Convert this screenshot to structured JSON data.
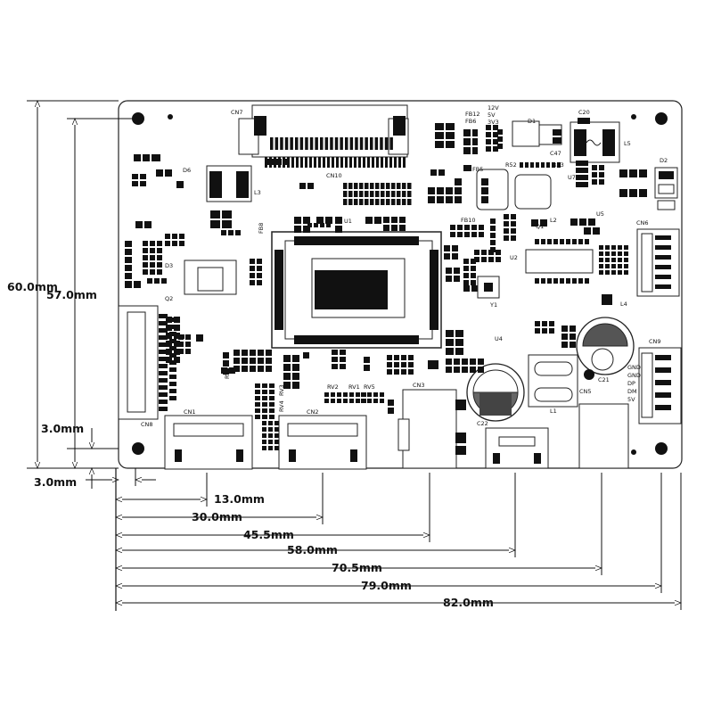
{
  "dimensions": {
    "height_total": "60.0mm",
    "height_inner": "57.0mm",
    "hole_y": "3.0mm",
    "hole_x": "3.0mm",
    "widths": [
      "13.0mm",
      "30.0mm",
      "45.5mm",
      "58.0mm",
      "70.5mm",
      "79.0mm",
      "82.0mm"
    ]
  },
  "labels": {
    "cn7": "CN7",
    "cn10": "CN10",
    "cn6": "CN6",
    "cn8": "CN8",
    "cn9": "CN9",
    "cn1": "CN1",
    "cn2": "CN2",
    "cn3": "CN3",
    "cn5": "CN5",
    "u1": "U1",
    "u2": "U2",
    "u4": "U4",
    "u5": "U5",
    "u7": "U7",
    "d1": "D1",
    "d2": "D2",
    "d3": "D3",
    "d6": "D6",
    "l1": "L1",
    "l2": "L2",
    "l3": "L3",
    "l4": "L4",
    "l5": "L5",
    "q1": "Q1",
    "q2": "Q2",
    "y1": "Y1",
    "c20": "C20",
    "c21": "C21",
    "c22": "C22",
    "c47": "C47",
    "rv1": "RV1",
    "rv2": "RV2",
    "rv3": "RV3",
    "rv4": "RV4",
    "rv5": "RV5",
    "rv6": "RV6",
    "fb12": "FB12",
    "fb6": "FB6",
    "fb5": "FB5",
    "fb10": "FB10",
    "fb8": "FB8",
    "r52": "R52",
    "r53": "R53",
    "v12": "12V",
    "v5": "5V",
    "v33": "3V3",
    "pins": [
      "GND",
      "GND",
      "DP",
      "DM",
      "5V"
    ]
  }
}
